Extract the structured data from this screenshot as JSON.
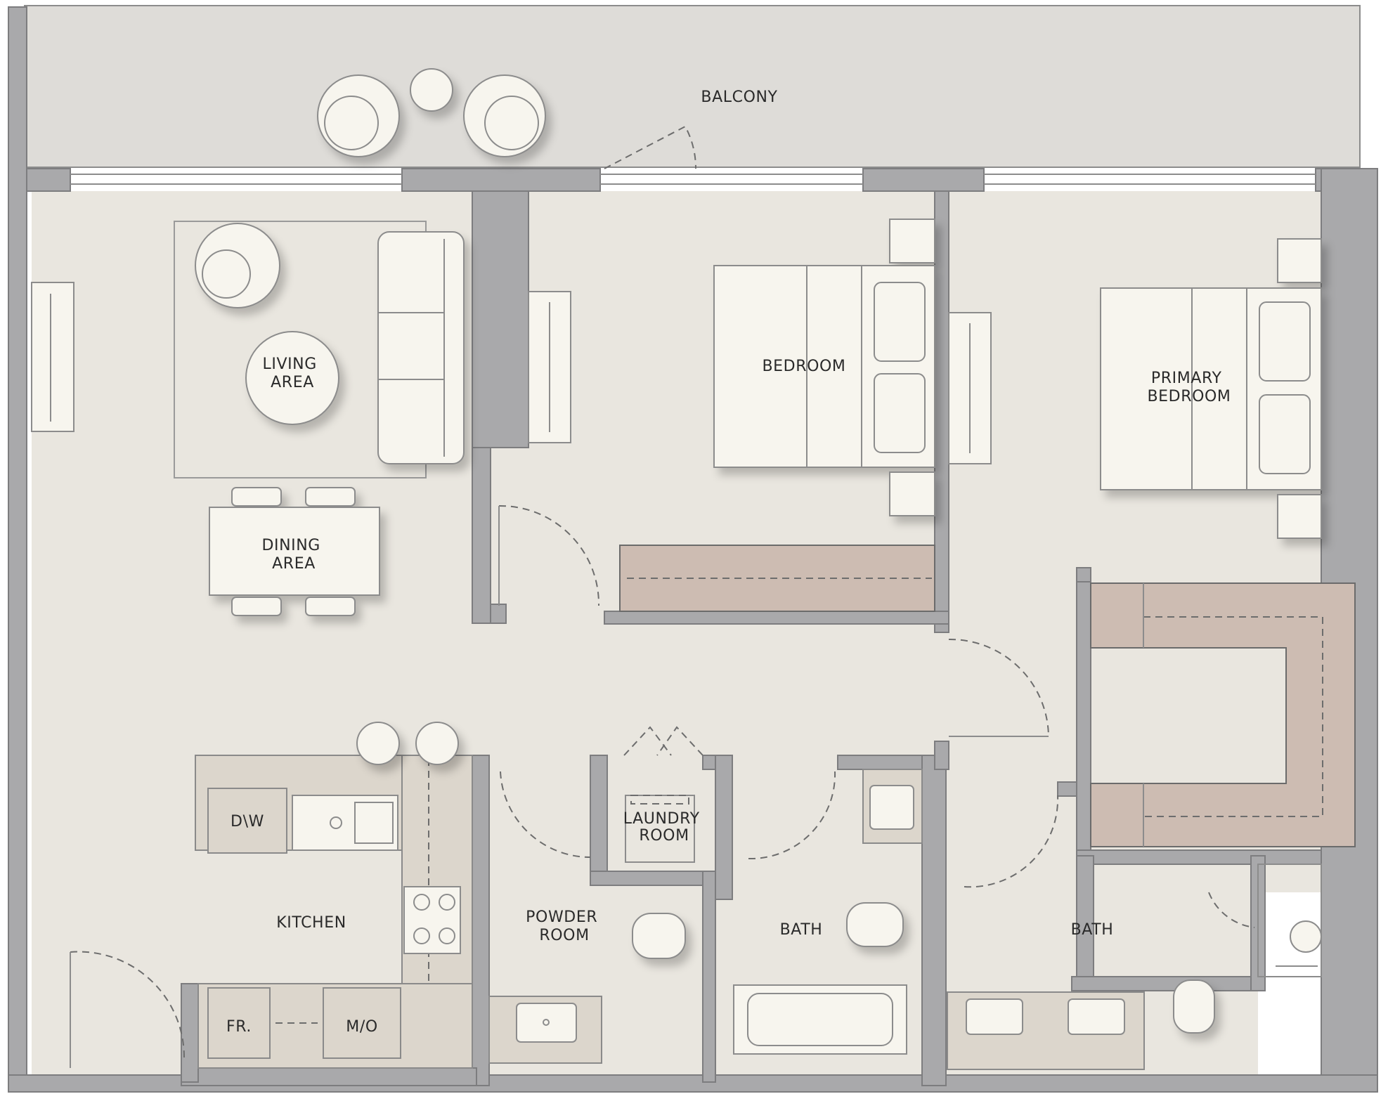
{
  "rooms": {
    "balcony": "BALCONY",
    "living_area": [
      "LIVING",
      "AREA"
    ],
    "dining_area": [
      "DINING",
      "AREA"
    ],
    "bedroom": "BEDROOM",
    "primary_bedroom": [
      "PRIMARY",
      "BEDROOM"
    ],
    "kitchen": "KITCHEN",
    "laundry_room": [
      "LAUNDRY",
      "ROOM"
    ],
    "powder_room": [
      "POWDER",
      "ROOM"
    ],
    "bath_1": "BATH",
    "bath_2": "BATH"
  },
  "appliances": {
    "dishwasher": "D\\W",
    "fridge": "FR.",
    "microwave_oven": "M/O"
  },
  "colors": {
    "floor": "#e9e6df",
    "balcony_floor": "#dedcd8",
    "wall": "#a9a9ab",
    "cabinetry": "#cdbcb2",
    "furniture": "#f7f5ee"
  }
}
